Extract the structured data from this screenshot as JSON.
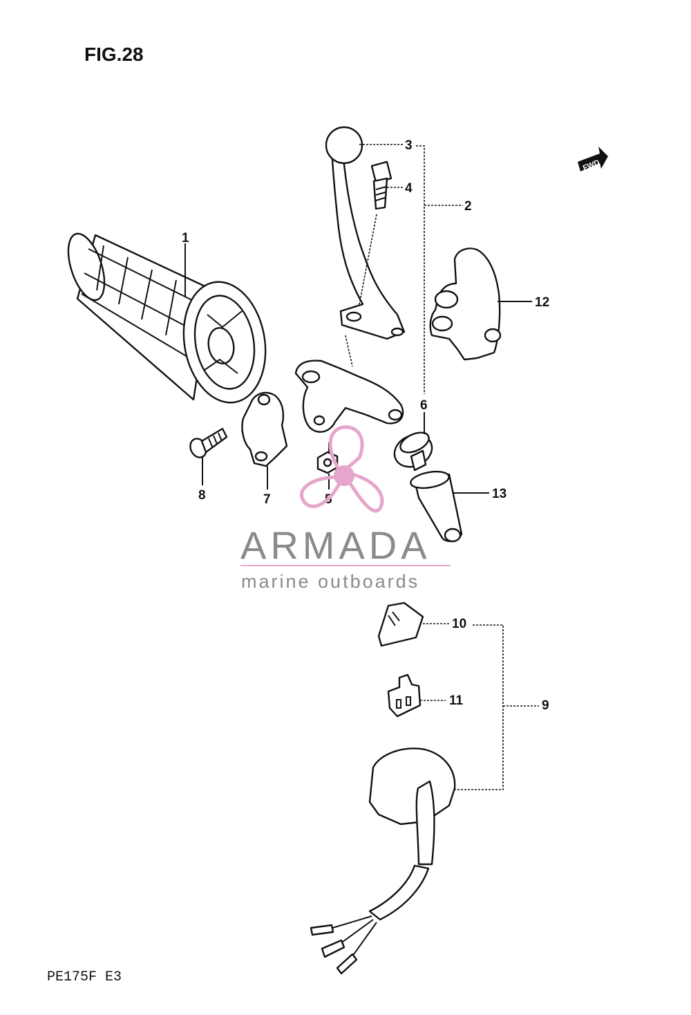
{
  "figure": {
    "title": "FIG.28",
    "model_code": "PE175F E3"
  },
  "direction_badge": {
    "label": "FWD"
  },
  "watermark": {
    "brand": "ARMADA",
    "tagline": "marine outboards",
    "logo": "propeller-logo",
    "colors": {
      "propeller": "#e6a6cc",
      "text": "#8a8a8a"
    }
  },
  "callouts": [
    {
      "id": "c1",
      "label": "1"
    },
    {
      "id": "c2",
      "label": "2"
    },
    {
      "id": "c3",
      "label": "3"
    },
    {
      "id": "c4",
      "label": "4"
    },
    {
      "id": "c5",
      "label": "5"
    },
    {
      "id": "c6",
      "label": "6"
    },
    {
      "id": "c7",
      "label": "7"
    },
    {
      "id": "c8",
      "label": "8"
    },
    {
      "id": "c9",
      "label": "9"
    },
    {
      "id": "c10",
      "label": "10"
    },
    {
      "id": "c11",
      "label": "11"
    },
    {
      "id": "c12",
      "label": "12"
    },
    {
      "id": "c13",
      "label": "13"
    }
  ]
}
